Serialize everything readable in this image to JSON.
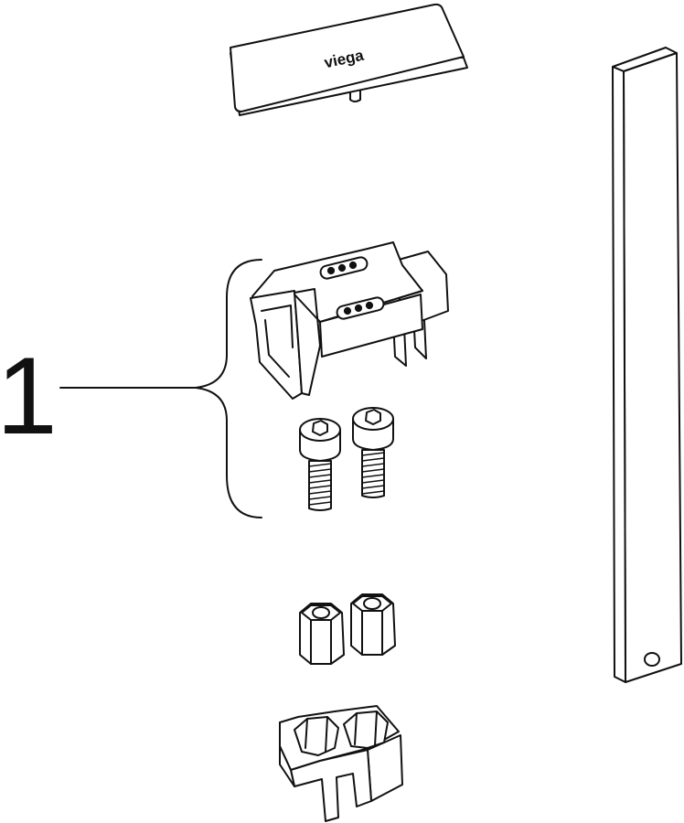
{
  "callout": {
    "number": "1"
  },
  "cover_plate": {
    "brand": "viega"
  },
  "parts": [
    {
      "id": "cover-plate",
      "icon": "cover-plate-icon"
    },
    {
      "id": "profile-bar",
      "icon": "profile-bar-icon"
    },
    {
      "id": "mounting-bracket",
      "icon": "mounting-bracket-icon"
    },
    {
      "id": "cap-screw",
      "count": 2,
      "icon": "screw-icon"
    },
    {
      "id": "hex-nut",
      "count": 2,
      "icon": "hex-nut-icon"
    },
    {
      "id": "nut-holder",
      "icon": "nut-holder-icon"
    }
  ],
  "colors": {
    "line": "#111111",
    "background": "#ffffff"
  }
}
